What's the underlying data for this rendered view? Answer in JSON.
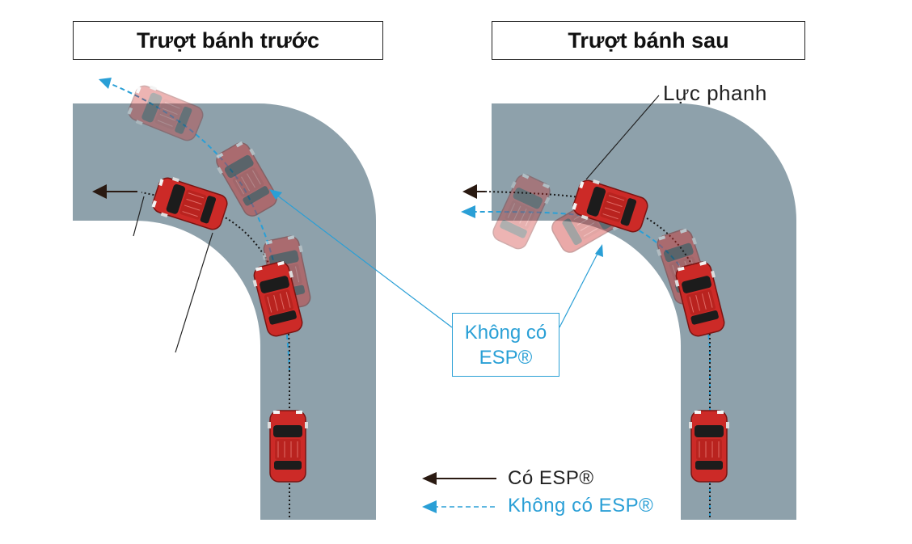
{
  "panels": {
    "left": {
      "title": "Trượt bánh trước"
    },
    "right": {
      "title": "Trượt bánh sau"
    }
  },
  "labels": {
    "brake_force": "Lực phanh",
    "no_esp_line1": "Không có",
    "no_esp_line2": "ESP®"
  },
  "legend": {
    "with_esp": "Có ESP®",
    "without_esp": "Không có ESP®"
  },
  "colors": {
    "road": "#8ea1ab",
    "car_body": "#cc2a27",
    "with_esp_arrow": "#2a1a12",
    "without_esp_arrow": "#2a9fd6"
  },
  "icons": {
    "car": "car-top-view-icon",
    "arrow_solid": "arrow-left-solid-icon",
    "arrow_dashed": "arrow-left-dashed-icon"
  }
}
